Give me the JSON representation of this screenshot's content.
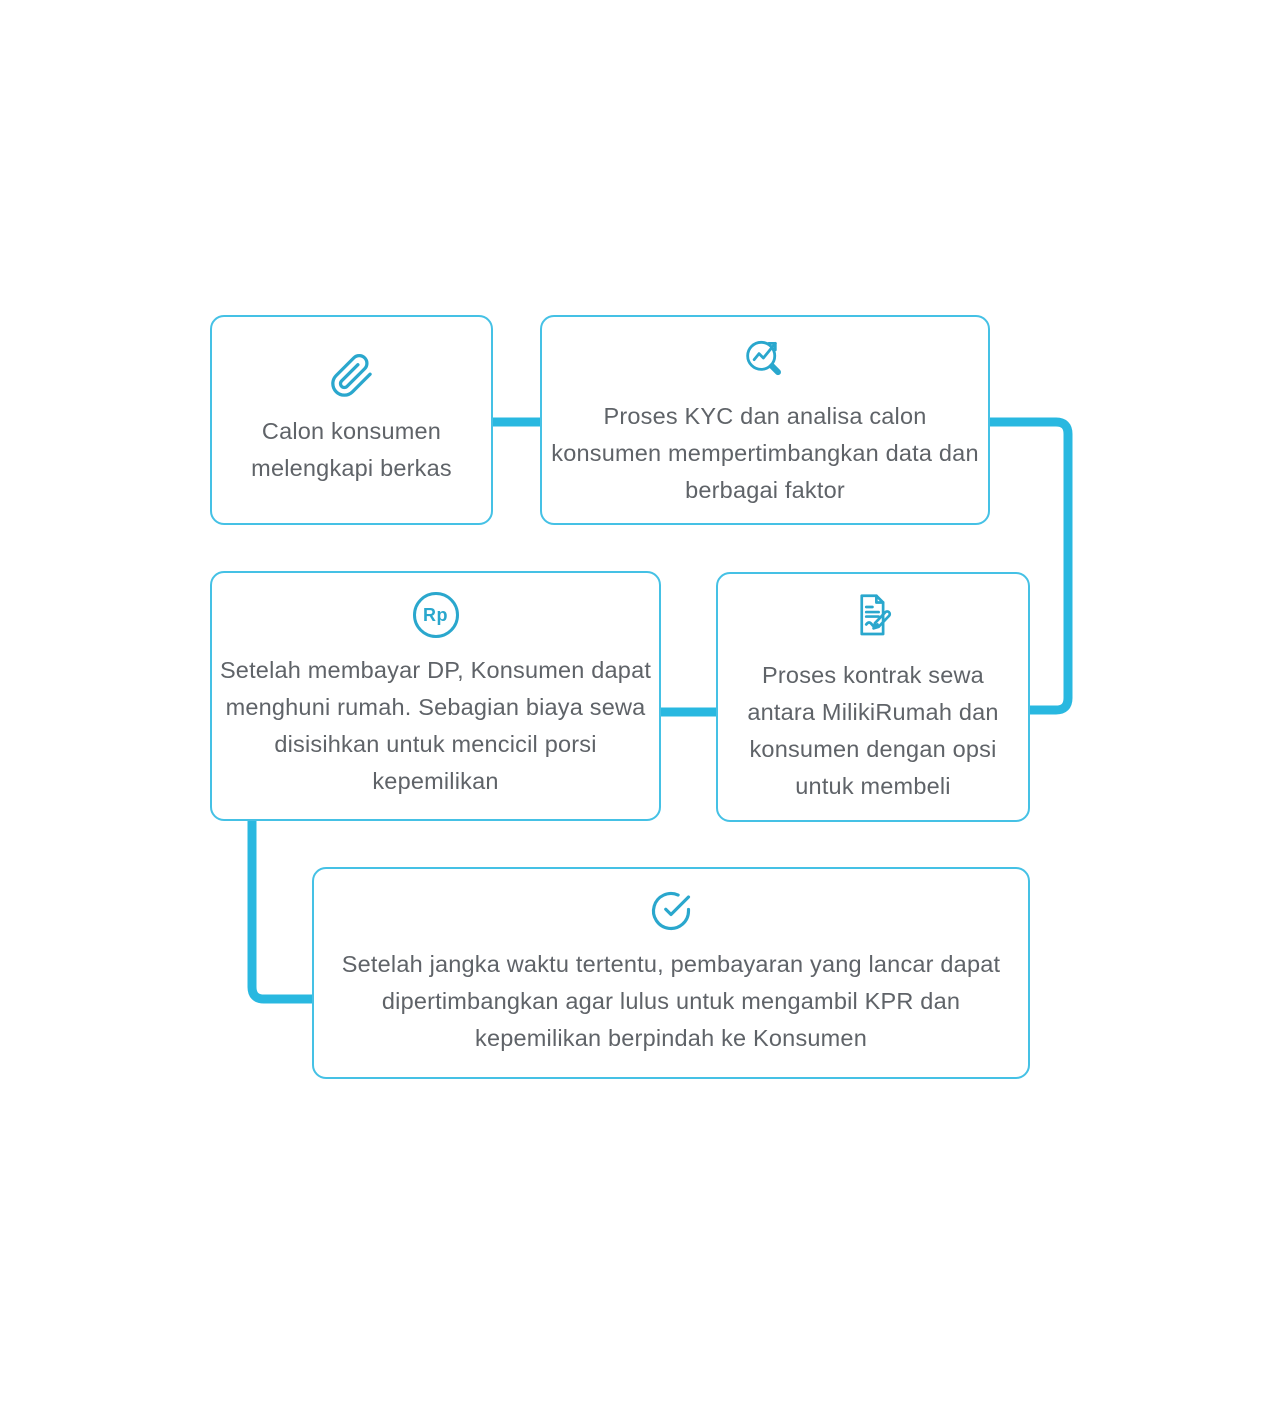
{
  "colors": {
    "background": "#ffffff",
    "card_border": "#45c1e5",
    "connector": "#29b8e0",
    "icon": "#2aa7cd",
    "text": "#5f6368"
  },
  "flow": {
    "rupiah_label": "Rp",
    "steps": [
      {
        "icon": "paperclip-icon",
        "text": "Calon konsumen melengkapi berkas"
      },
      {
        "icon": "analysis-magnifier-icon",
        "text": "Proses KYC dan analisa calon konsumen mempertimbangkan data  dan berbagai faktor"
      },
      {
        "icon": "rupiah-icon",
        "text": "Setelah membayar DP, Konsumen dapat menghuni rumah. Sebagian biaya sewa disisihkan untuk mencicil porsi kepemilikan"
      },
      {
        "icon": "contract-sign-icon",
        "text": "Proses kontrak sewa antara MilikiRumah dan konsumen dengan opsi untuk membeli"
      },
      {
        "icon": "check-circle-icon",
        "text": "Setelah jangka waktu tertentu, pembayaran yang lancar dapat dipertimbangkan agar lulus untuk mengambil KPR dan kepemilikan berpindah ke Konsumen"
      }
    ]
  }
}
